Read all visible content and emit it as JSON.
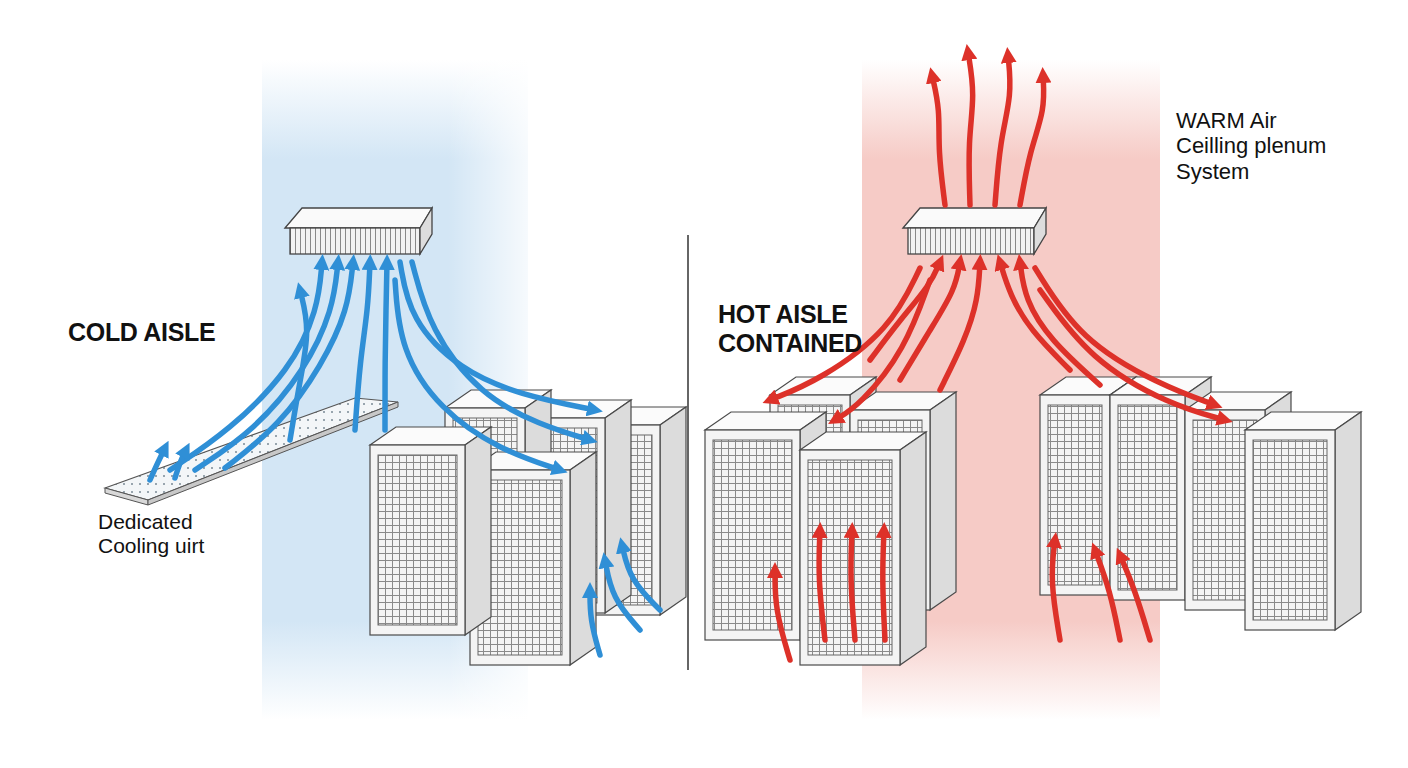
{
  "diagram": {
    "labels": [
      "COLD AISLE",
      "Dedicated Cooling uirt",
      "HOT AISLE CONTAINED",
      "WARM Air Ceilling plenum System"
    ]
  }
}
